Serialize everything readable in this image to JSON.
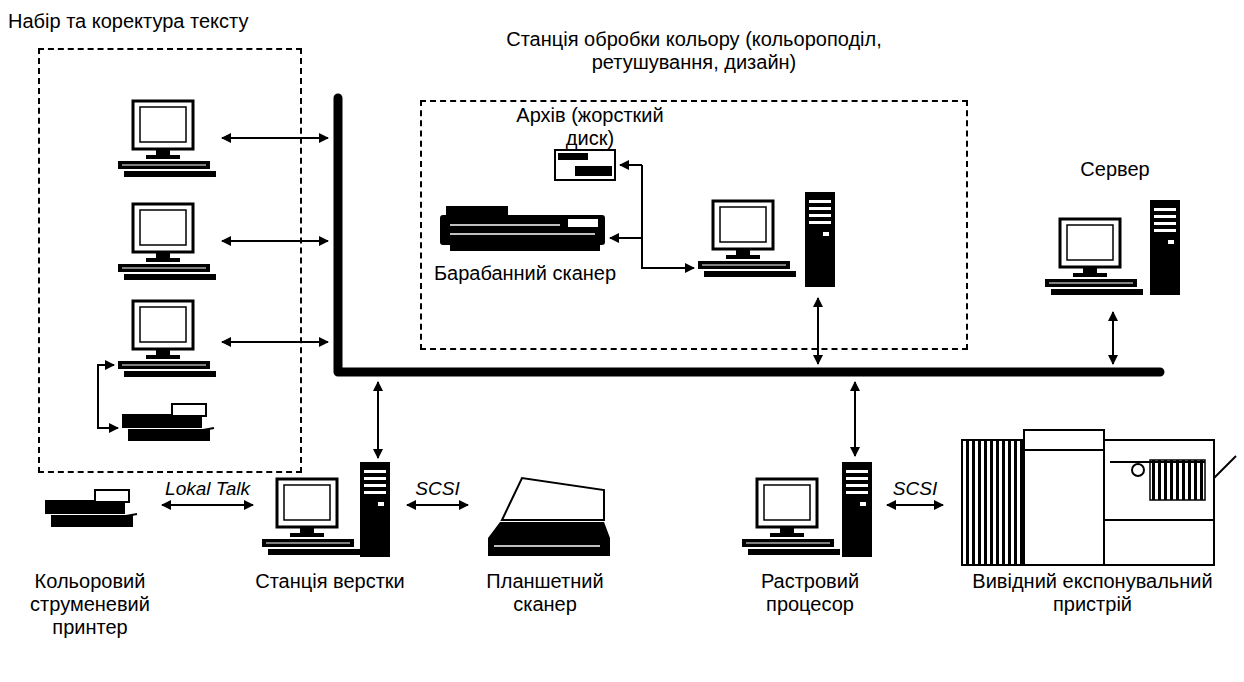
{
  "diagram": {
    "nodes": [
      {
        "text": [
          "Набір та коректура тексту"
        ]
      },
      {
        "text": [
          "Станція обробки кольору (кольороподіл, ретушування, дизайн)"
        ]
      },
      {
        "text": [
          "Архів (жорсткий диск)"
        ],
        "in": 1
      },
      {
        "text": [
          "Барабанний сканер"
        ],
        "in": 1
      },
      {
        "text": [
          "Сервер"
        ]
      },
      {
        "text": [
          "Кольоровий струменевий принтер"
        ]
      },
      {
        "text": [
          "Станція верстки"
        ]
      },
      {
        "text": [
          "Планшетний сканер"
        ]
      },
      {
        "text": [
          "Растровий процесор"
        ]
      },
      {
        "text": [
          "Вивідний експонувальний пристрій"
        ]
      }
    ],
    "edges": [
      {
        "from": 5,
        "to": 6,
        "arrow": "both",
        "label": "Lokal Talk"
      },
      {
        "from": 6,
        "to": 7,
        "arrow": "both",
        "label": "SCSI"
      },
      {
        "from": 8,
        "to": 9,
        "arrow": "both",
        "label": "SCSI"
      }
    ]
  }
}
